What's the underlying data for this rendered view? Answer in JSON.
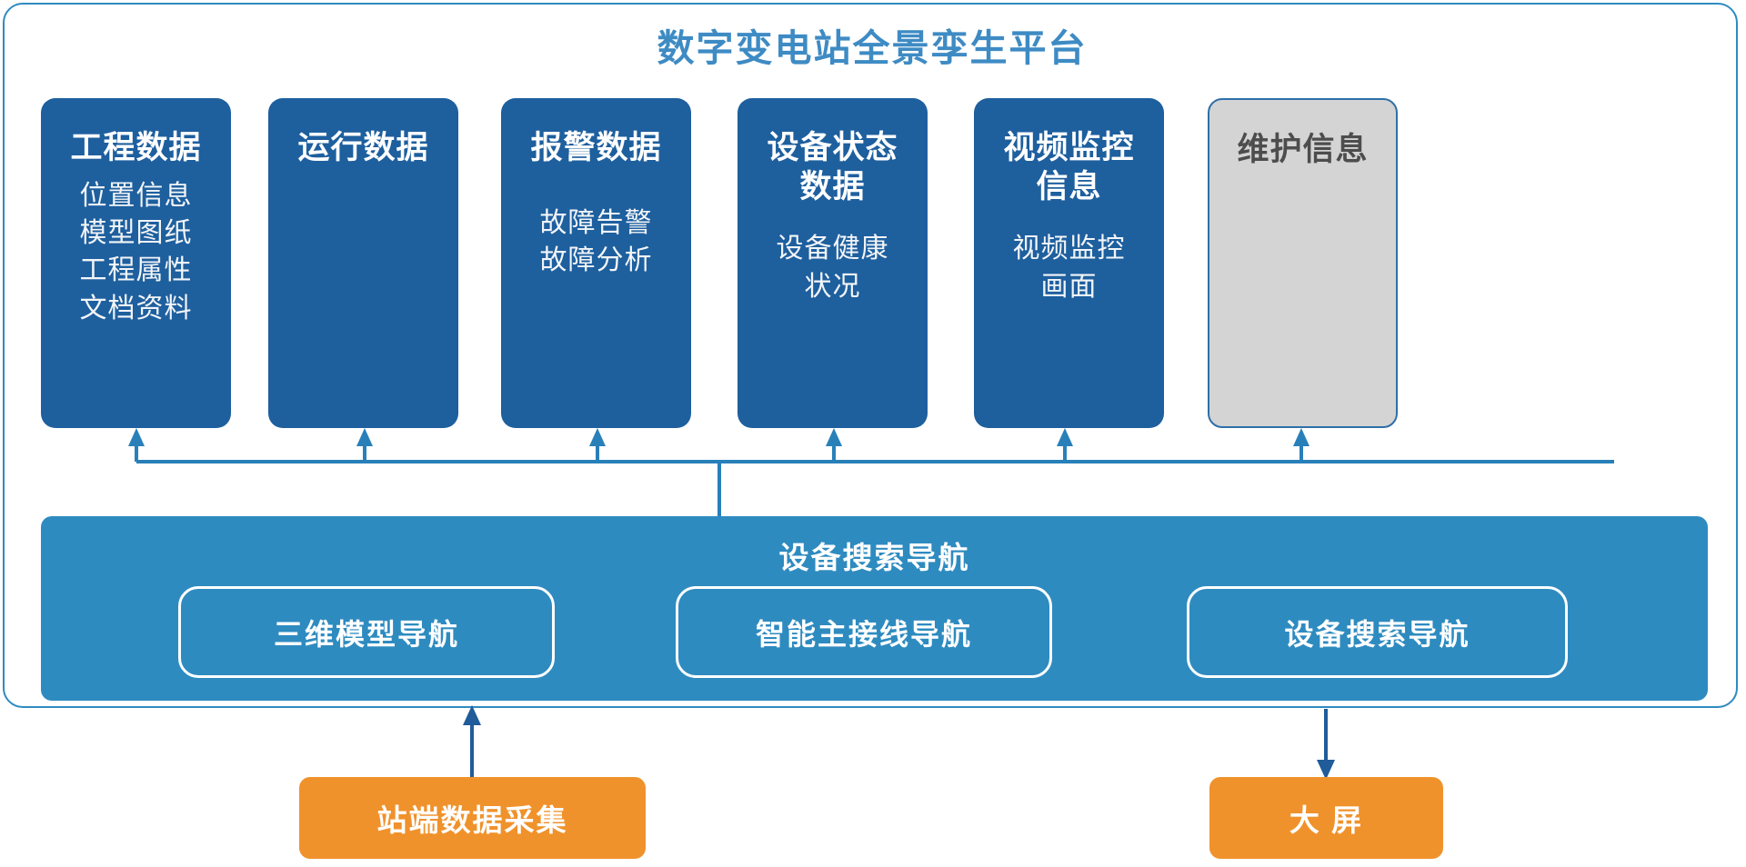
{
  "title": "数字变电站全景孪生平台",
  "colors": {
    "title_blue": "#3E8BC4",
    "card_blue": "#1E5F9E",
    "card_gray": "#D4D4D4",
    "nav_blue": "#2E8BC0",
    "orange": "#F0922B",
    "arrow_blue": "#2980B9",
    "arrow_dark_blue": "#1F5C99",
    "frame_border": "#2E8BC0"
  },
  "cards": [
    {
      "label": "工程数据",
      "state": "active",
      "items": [
        "位置信息",
        "模型图纸",
        "工程属性",
        "文档资料"
      ]
    },
    {
      "label": "运行数据",
      "state": "active",
      "items": []
    },
    {
      "label": "报警数据",
      "state": "active",
      "items": [
        "故障告警",
        "故障分析"
      ]
    },
    {
      "label": "设备状态\n数据",
      "state": "active",
      "items": [
        "设备健康\n状况"
      ]
    },
    {
      "label": "视频监控\n信息",
      "state": "active",
      "items": [
        "视频监控\n画面"
      ]
    },
    {
      "label": "维护信息",
      "state": "disabled",
      "items": []
    }
  ],
  "nav": {
    "title": "设备搜索导航",
    "buttons": [
      {
        "label": "三维模型导航"
      },
      {
        "label": "智能主接线导航"
      },
      {
        "label": "设备搜索导航"
      }
    ]
  },
  "bottom": [
    {
      "label": "站端数据采集",
      "flow": "input"
    },
    {
      "label": "大 屏",
      "flow": "output"
    }
  ]
}
